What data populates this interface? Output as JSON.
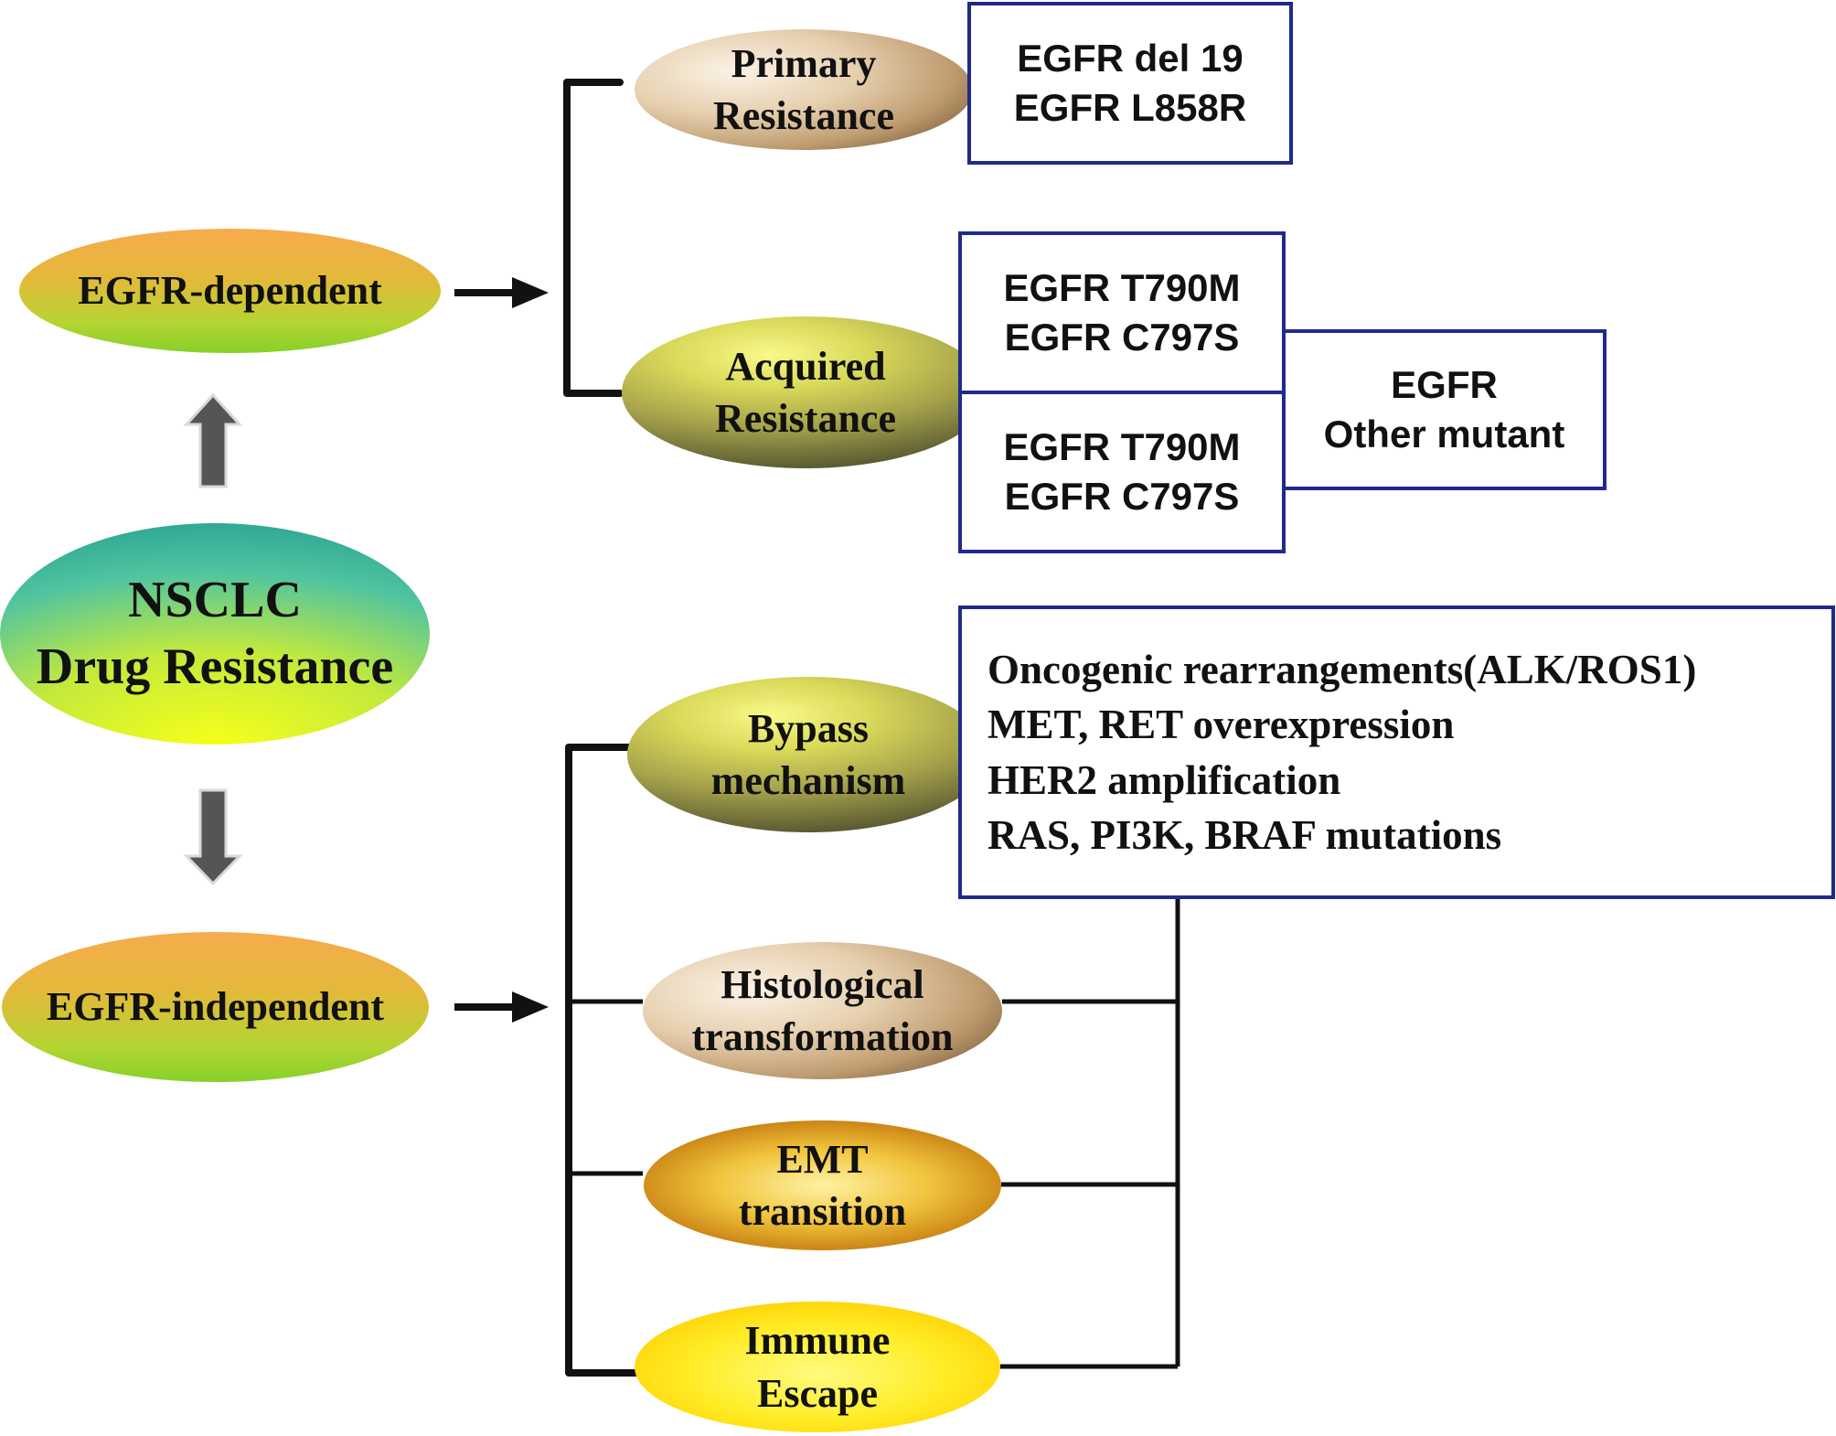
{
  "root": {
    "line1": "NSCLC",
    "line2": "Drug Resistance"
  },
  "egfr_dependent": {
    "label": "EGFR-dependent",
    "primary": {
      "label_line1": "Primary",
      "label_line2": "Resistance",
      "mutations": [
        "EGFR del 19",
        "EGFR L858R"
      ]
    },
    "acquired": {
      "label_line1": "Acquired",
      "label_line2": "Resistance",
      "box1": [
        "EGFR T790M",
        "EGFR C797S"
      ],
      "box2": [
        "EGFR T790M",
        "EGFR C797S"
      ],
      "box3": [
        "EGFR",
        "Other mutant"
      ]
    }
  },
  "egfr_independent": {
    "label": "EGFR-independent",
    "bypass": {
      "label_line1": "Bypass",
      "label_line2": "mechanism",
      "details": [
        "Oncogenic rearrangements(ALK/ROS1)",
        "MET, RET overexpression",
        "HER2 amplification",
        "RAS, PI3K, BRAF mutations"
      ]
    },
    "histological": {
      "label_line1": "Histological",
      "label_line2": "transformation"
    },
    "emt": {
      "label_line1": "EMT",
      "label_line2": "transition"
    },
    "immune": {
      "label_line1": "Immune",
      "label_line2": "Escape"
    }
  },
  "colors": {
    "box_border": "#1f2a8c",
    "connector": "#111111",
    "arrow_gray": "#555555"
  }
}
